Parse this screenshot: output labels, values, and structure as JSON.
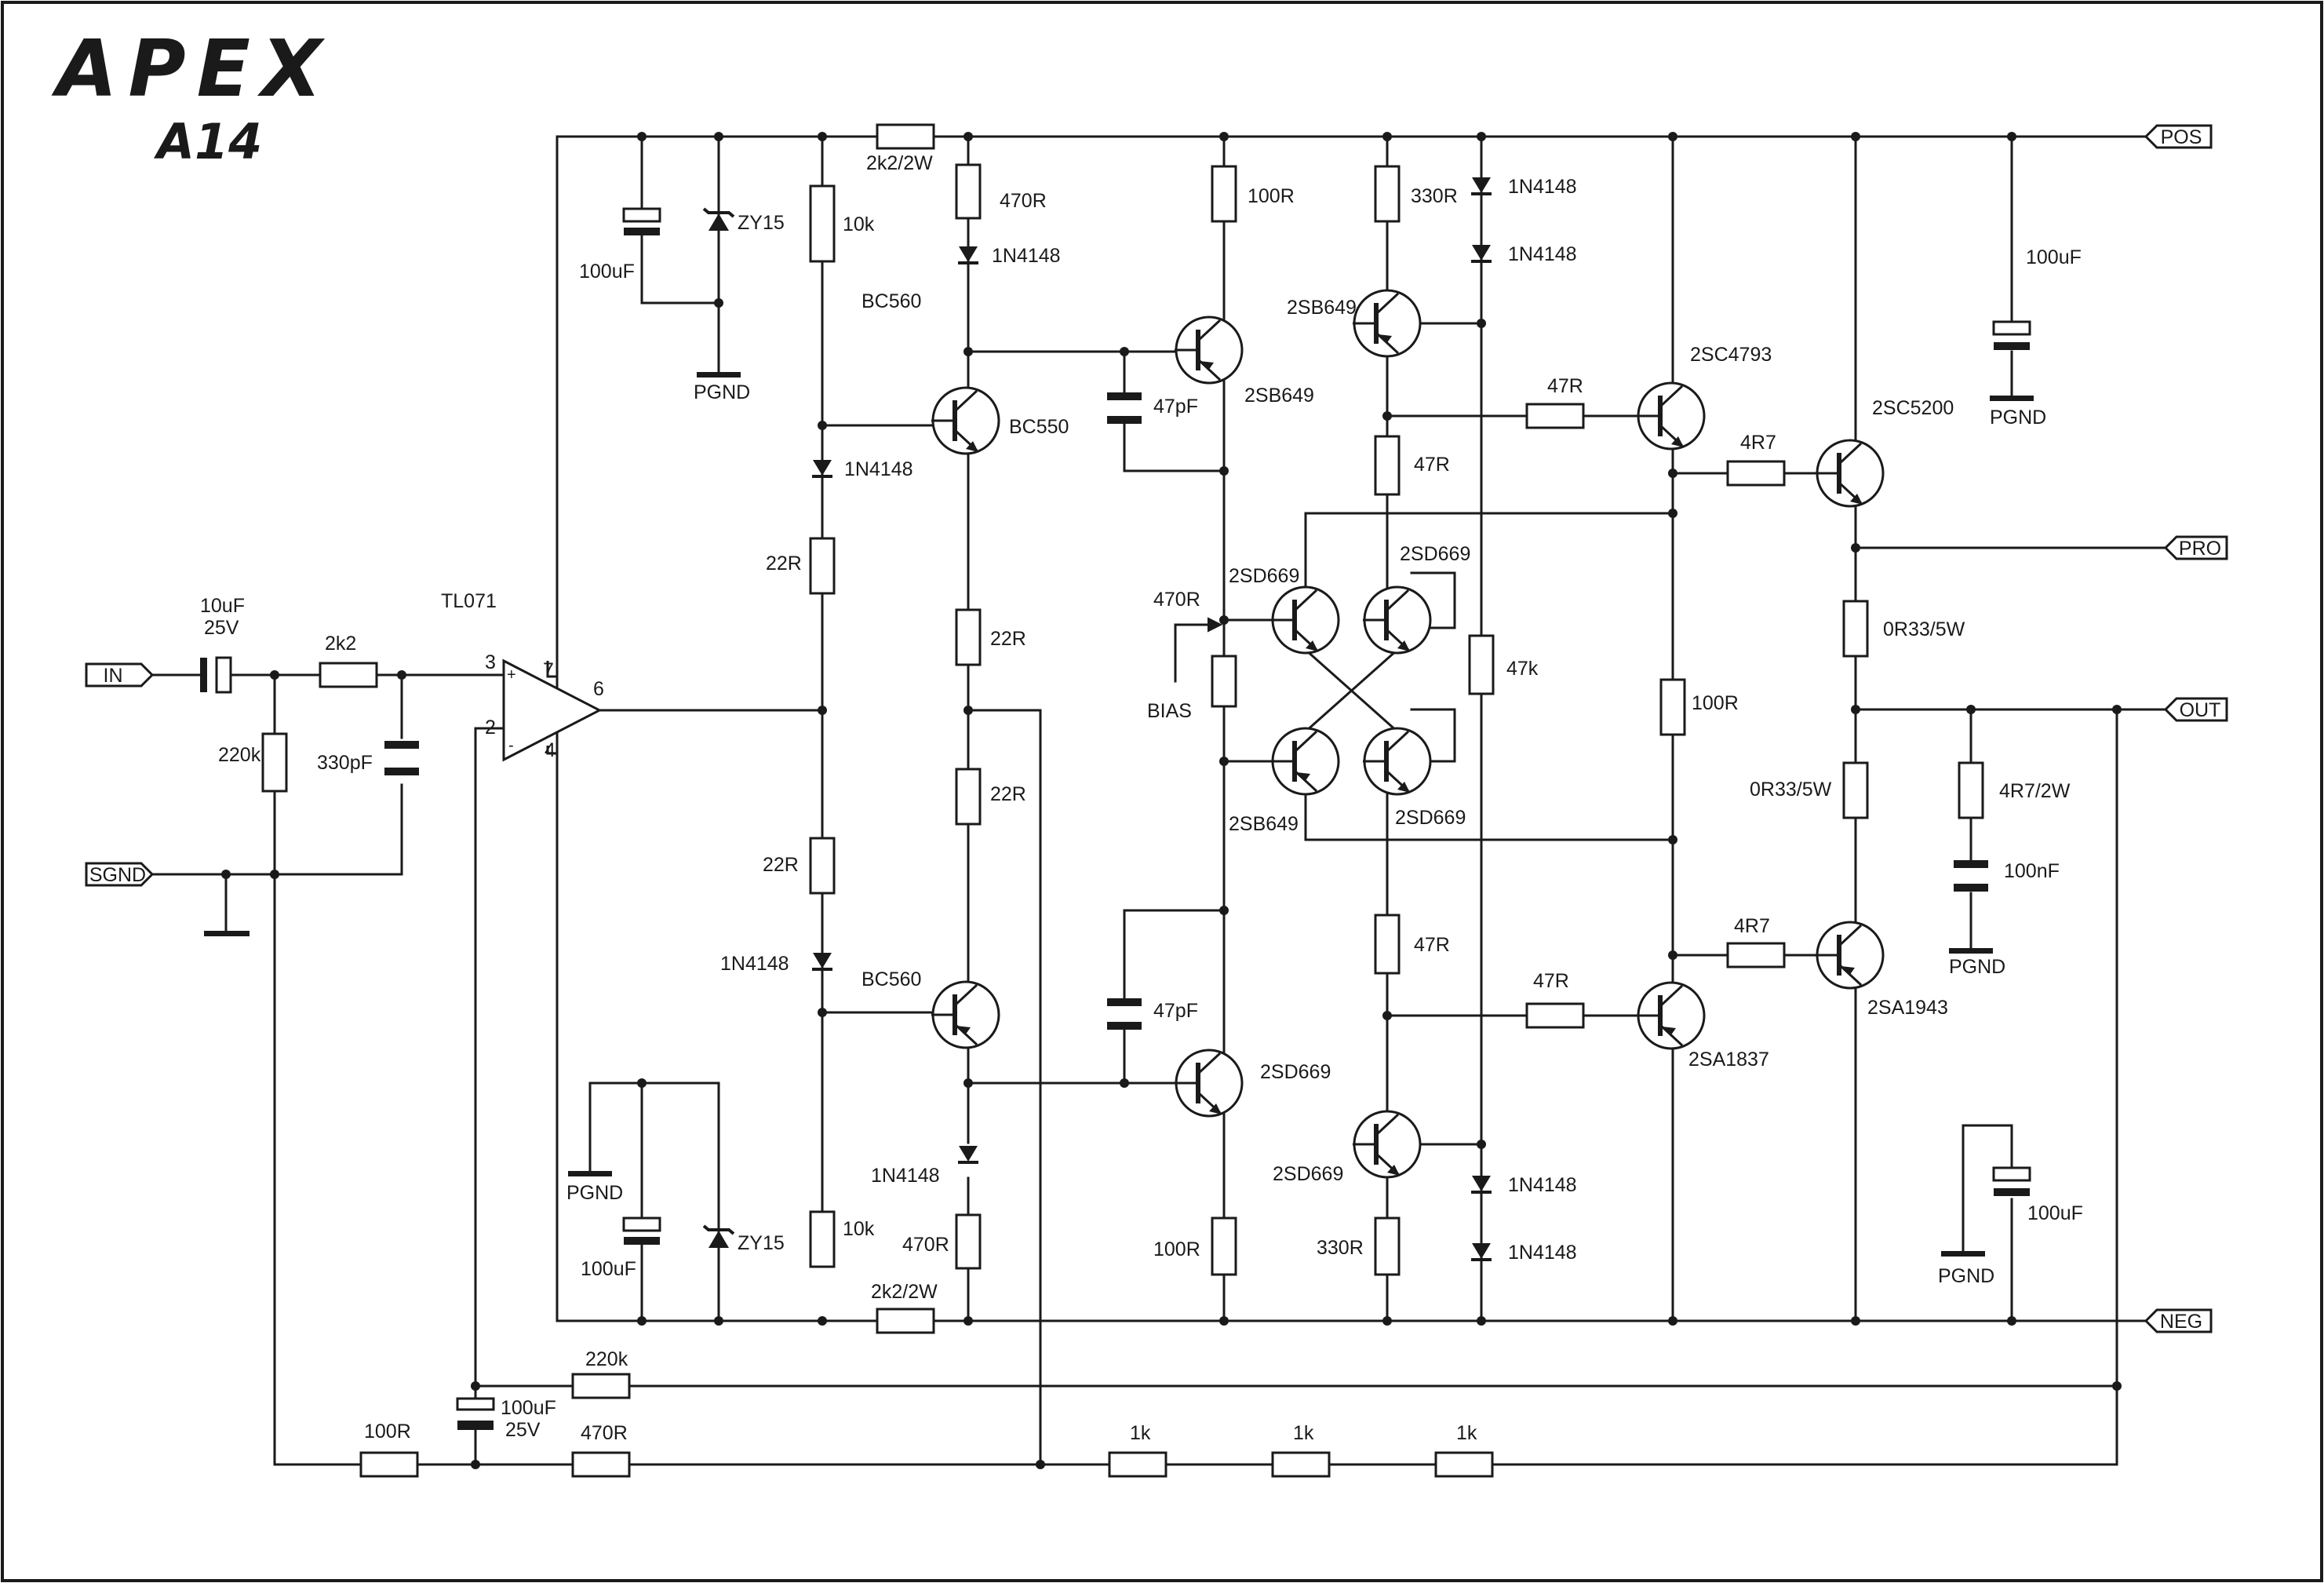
{
  "logo": {
    "brand": "APEX",
    "model": "A14"
  },
  "ports": {
    "in": "IN",
    "sgnd": "SGND",
    "pos": "POS",
    "neg": "NEG",
    "out": "OUT",
    "pro": "PRO"
  },
  "opamp": {
    "name": "TL071",
    "pin_plus": "3",
    "pin_minus": "2",
    "pin_vpos": "7",
    "pin_vneg": "4",
    "pin_out": "6",
    "sign_plus": "+",
    "sign_minus": "-"
  },
  "input": {
    "cap_value": "10uF",
    "cap_voltage": "25V",
    "series_res": "2k2",
    "bias_res": "220k",
    "filter_cap": "330pF"
  },
  "feedback": {
    "res_top": "220k",
    "res_ground": "100R",
    "cap_value": "100uF",
    "cap_voltage": "25V",
    "res_mid": "470R",
    "res_chain": [
      "1k",
      "1k",
      "1k"
    ]
  },
  "supply": {
    "res_top": "2k2/2W",
    "res_bottom": "2k2/2W",
    "cap_top": "100uF",
    "zener_top": "ZY15",
    "gnd_top": "PGND",
    "cap_bottom": "100uF",
    "zener_bottom": "ZY15",
    "gnd_bottom": "PGND"
  },
  "vas": {
    "res_10k_top": "10k",
    "diode_top": "1N4148",
    "res_22r_1": "22R",
    "res_22r_2": "22R",
    "diode_bottom": "1N4148",
    "res_10k_bottom": "10k",
    "q_top_label": "BC560",
    "res_470r_top": "470R",
    "diode_top2": "1N4148",
    "q_bc550": "BC550",
    "res_22r_3": "22R",
    "res_22r_4": "22R",
    "q_bc560_bottom": "BC560",
    "diode_bottom2": "1N4148",
    "res_470r_bottom": "470R"
  },
  "driver": {
    "res_100r_top": "100R",
    "q_2sb649_top": "2SB649",
    "cap_47pf_top": "47pF",
    "cap_47pf_bottom": "47pF",
    "q_2sd669_bottom": "2SD669",
    "res_100r_bottom": "100R",
    "bias_pot": "470R",
    "bias_label": "BIAS"
  },
  "vbe": {
    "q_left_top": "2SD669",
    "q_right_top": "2SD669",
    "q_left_bottom": "2SB649",
    "q_right_bottom": "2SD669"
  },
  "predriver": {
    "res_330r_top": "330R",
    "q_2sb649": "2SB649",
    "res_47r_a": "47R",
    "res_47r_b": "47R",
    "q_2sd669": "2SD669",
    "res_330r_bottom": "330R",
    "diodes_top": [
      "1N4148",
      "1N4148"
    ],
    "res_47k": "47k",
    "diodes_bottom": [
      "1N4148",
      "1N4148"
    ]
  },
  "output": {
    "res_47r_top": "47R",
    "q_2sc4793": "2SC4793",
    "res_4r7_top": "4R7",
    "q_2sc5200": "2SC5200",
    "res_100r": "100R",
    "res_0r33_top": "0R33/5W",
    "res_0r33_bottom": "0R33/5W",
    "res_47r_bottom": "47R",
    "q_2sa1837": "2SA1837",
    "res_4r7_bottom": "4R7",
    "q_2sa1943": "2SA1943",
    "cap_pos": "100uF",
    "gnd_pos": "PGND",
    "zobel_res": "4R7/2W",
    "zobel_cap": "100nF",
    "gnd_zobel": "PGND",
    "cap_neg": "100uF",
    "gnd_neg": "PGND"
  }
}
